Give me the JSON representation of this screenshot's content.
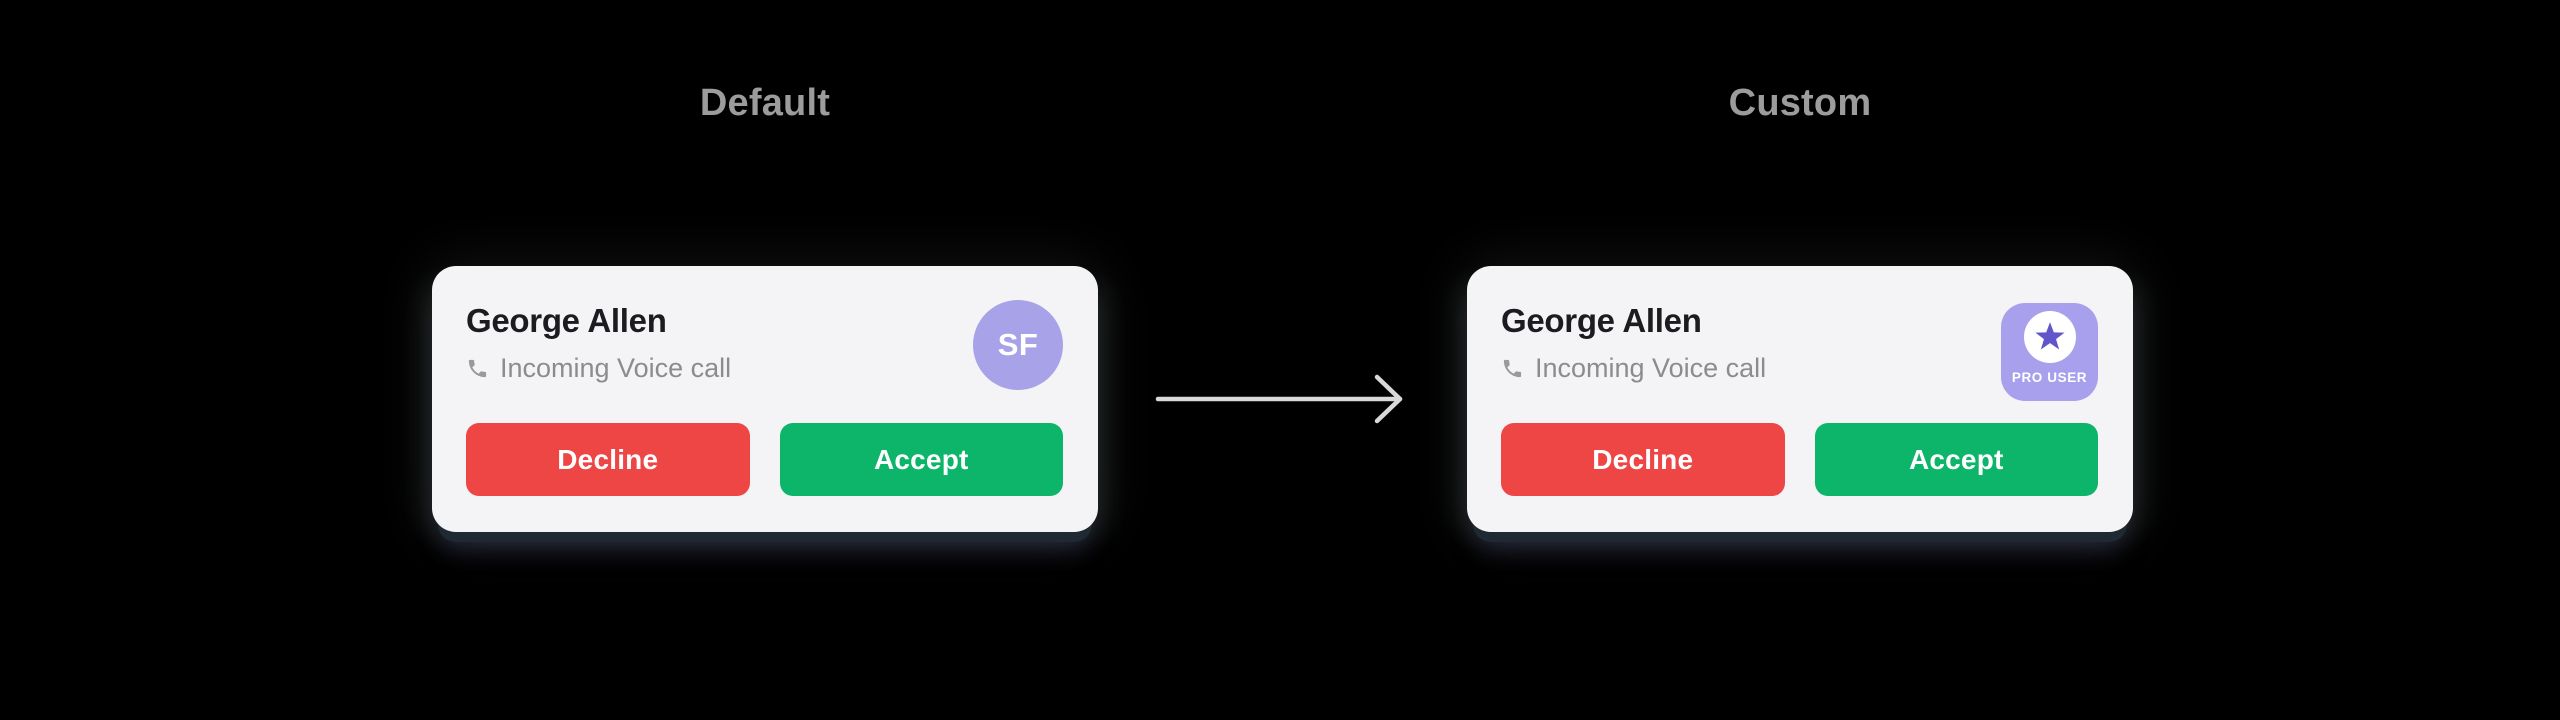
{
  "titles": {
    "default": "Default",
    "custom": "Custom"
  },
  "call_card": {
    "name": "George Allen",
    "status": "Incoming Voice call",
    "decline_label": "Decline",
    "accept_label": "Accept"
  },
  "default_card": {
    "avatar_initials": "SF"
  },
  "custom_card": {
    "badge_label": "PRO USER"
  },
  "icons": {
    "phone": "phone-icon",
    "star": "star-icon",
    "arrow": "arrow-right-icon"
  },
  "colors": {
    "page_bg": "#000000",
    "card_bg": "#f4f4f6",
    "title_gray": "#9c9c9c",
    "name_color": "#1b1b20",
    "subtitle_gray": "#8c8c8c",
    "muted_icon": "#9a9a9a",
    "avatar_purple": "#a8a2e8",
    "badge_purple": "#a8a0ec",
    "star_purple": "#6254cb",
    "decline_red": "#ee4545",
    "accept_green": "#0db56a",
    "arrow_gray": "#d9d9d9"
  }
}
